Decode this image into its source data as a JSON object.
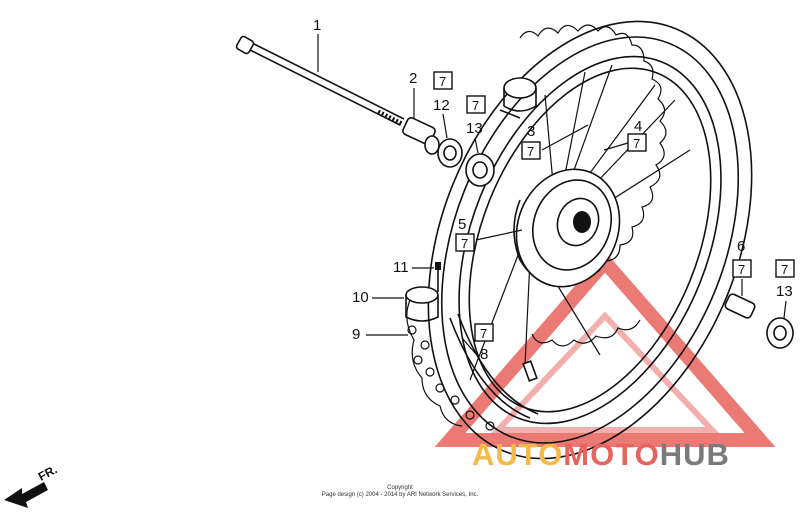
{
  "diagram": {
    "part_numbers": [
      "1",
      "2",
      "12",
      "13",
      "3",
      "4",
      "5",
      "6",
      "13",
      "11",
      "10",
      "9",
      "8"
    ],
    "ref_box_label": "7",
    "direction_label": "FR.",
    "colors": {
      "ink": "#111111",
      "watermark_red": "#e8635d",
      "watermark_orange": "#f5b94a",
      "watermark_gray": "#7a7a7a"
    }
  },
  "watermark": {
    "part_a": "AUTO",
    "part_b": "MOTO",
    "part_c": "HUB"
  },
  "footer": {
    "copyright_title": "Copyright",
    "copyright_line": "Page design (c) 2004 - 2014 by ARI Network Services, Inc."
  }
}
